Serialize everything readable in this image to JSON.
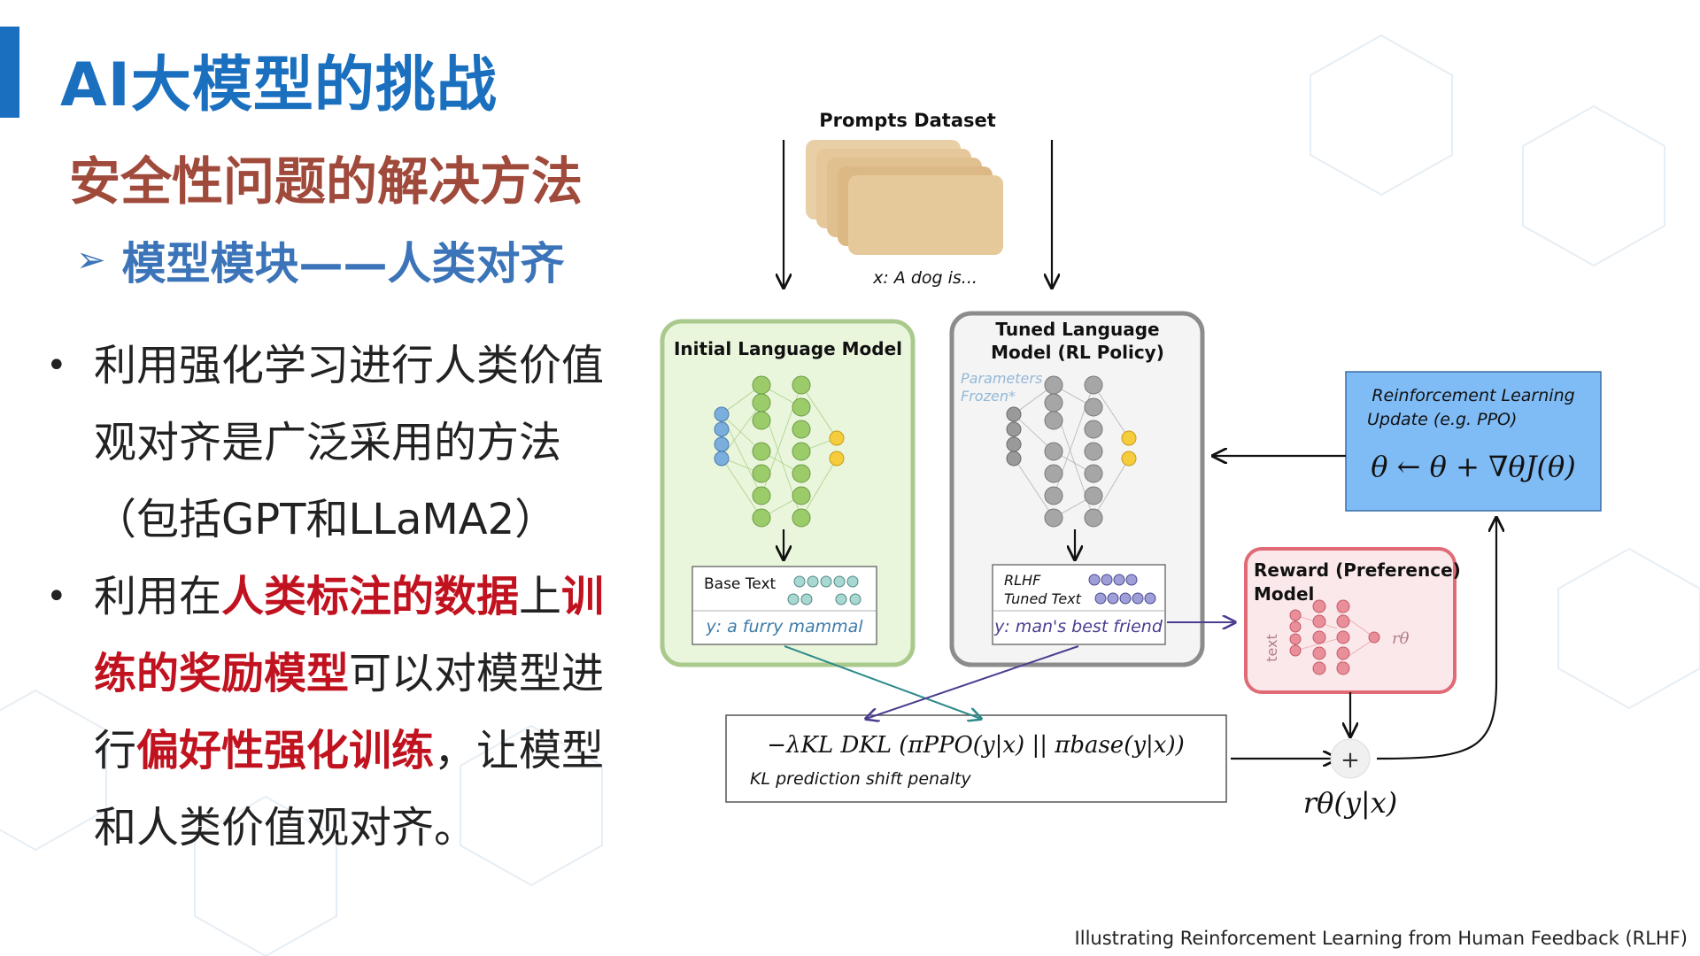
{
  "slide": {
    "title": "AI大模型的挑战",
    "subtitle": "安全性问题的解决方法",
    "section_arrow": "➢",
    "section": "模型模块——人类对齐",
    "bullet_symbol": "•",
    "bullets": [
      {
        "lines": [
          "利用强化学习进行人类价值",
          "观对齐是广泛采用的方法",
          "（包括GPT和LLaMA2）"
        ]
      },
      {
        "l1_a": "利用在",
        "l1_b": "人类标注的数据",
        "l1_c": "上",
        "l1_d": "训",
        "l2_a": "练的奖励模型",
        "l2_b": "可以对模型进",
        "l3_a": "行",
        "l3_b": "偏好性强化训练",
        "l3_c": "，让模型",
        "l4": "和人类价值观对齐。"
      }
    ]
  },
  "diagram": {
    "prompts_title": "Prompts Dataset",
    "prompt_example": "x: A dog is...",
    "initial_lm_title": "Initial Language Model",
    "initial_output_label": "Base Text",
    "initial_output_text": "y: a furry mammal",
    "tuned_lm_title_1": "Tuned Language",
    "tuned_lm_title_2": "Model (RL Policy)",
    "frozen_note_1": "Parameters",
    "frozen_note_2": "Frozen*",
    "tuned_output_label_1": "RLHF",
    "tuned_output_label_2": "Tuned Text",
    "tuned_output_text": "y: man's best friend",
    "rl_update_title_1": "Reinforcement Learning",
    "rl_update_title_2": "Update (e.g. PPO)",
    "rl_update_formula": "θ ← θ + ∇θJ(θ)",
    "reward_title_1": "Reward (Preference)",
    "reward_title_2": "Model",
    "reward_input_label": "text",
    "reward_output": "rθ",
    "kl_formula": "−λKL DKL (πPPO(y|x) || πbase(y|x))",
    "kl_label": "KL prediction shift penalty",
    "sum_symbol": "+",
    "reward_signal": "rθ(y|x)"
  },
  "caption": "Illustrating Reinforcement Learning from Human Feedback (RLHF)",
  "colors": {
    "title": "#1a6fbf",
    "subtitle": "#a04a3c",
    "section": "#3b74b8",
    "highlight": "#c1121f",
    "initial_box_fill": "#eaf6dc",
    "initial_box_border": "#a9c98d",
    "tuned_box_fill": "#f4f4f4",
    "tuned_box_border": "#8c8c8c",
    "rl_box_fill": "#7fbcf5",
    "reward_box_fill": "#fbe8ea",
    "reward_box_border": "#e06a75"
  }
}
